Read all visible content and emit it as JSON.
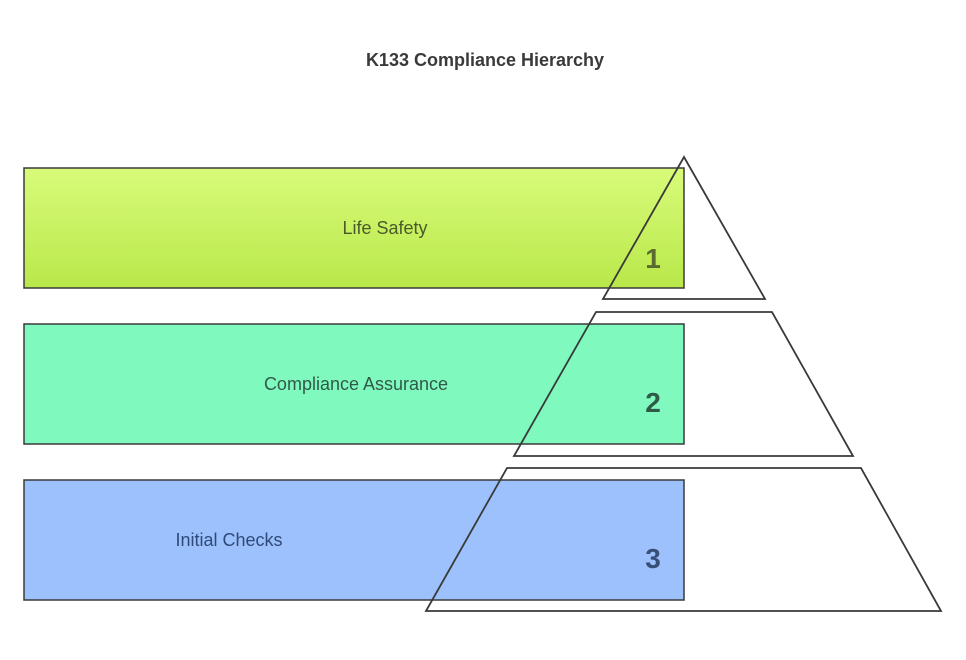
{
  "title": "K133 Compliance Hierarchy",
  "layers": [
    {
      "label": "Life Safety",
      "level": "1",
      "fill": "#c8f05a",
      "fill_light": "#d8fb7a",
      "text_color": "#4a5a2a",
      "number_color": "#5a6a30"
    },
    {
      "label": "Compliance Assurance",
      "level": "2",
      "fill": "#80f9bf",
      "fill_light": "#80f9bf",
      "text_color": "#2f5a48",
      "number_color": "#2f5a48"
    },
    {
      "label": "Initial Checks",
      "level": "3",
      "fill": "#9dc1fc",
      "fill_light": "#9dc1fc",
      "text_color": "#2f4a7a",
      "number_color": "#3a4f78"
    }
  ],
  "outline_color": "#3a3a3a"
}
